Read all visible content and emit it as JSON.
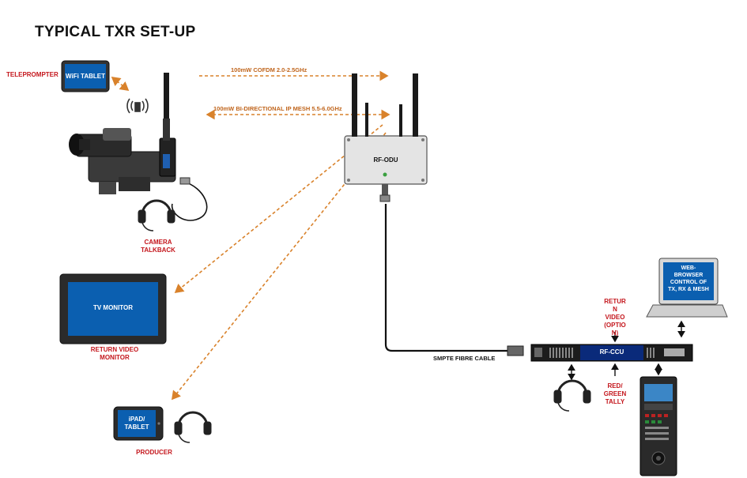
{
  "title": "TYPICAL TXR SET-UP",
  "links": {
    "cofdm": "100mW COFDM 2.0-2.5GHz",
    "ip_mesh": "100mW BI-DIRECTIONAL IP MESH 5.5-6.0GHz",
    "fibre": "SMPTE FIBRE CABLE"
  },
  "devices": {
    "teleprompter_label": "TELEPROMPTER",
    "wifi_tablet": "WiFi TABLET",
    "camera_talkback": "CAMERA\nTALKBACK",
    "rf_odu": "RF-ODU",
    "tv_monitor": "TV MONITOR",
    "return_video_monitor": "RETURN VIDEO\nMONITOR",
    "ipad_tablet": "iPAD/\nTABLET",
    "producer": "PRODUCER",
    "rf_ccu": "RF-CCU",
    "return_video_option": "RETUR\nN\nVIDEO\n(OPTIO\nN)",
    "red_green_tally": "RED/\nGREEN\nTALLY",
    "web_browser": "WEB-\nBROWSER\nCONTROL OF\nTX, RX & MESH"
  },
  "colors": {
    "link_orange": "#d9822b",
    "screen_blue": "#0b5fb0",
    "label_red": "#c4161c",
    "rack_navy": "#0a2a7a"
  }
}
